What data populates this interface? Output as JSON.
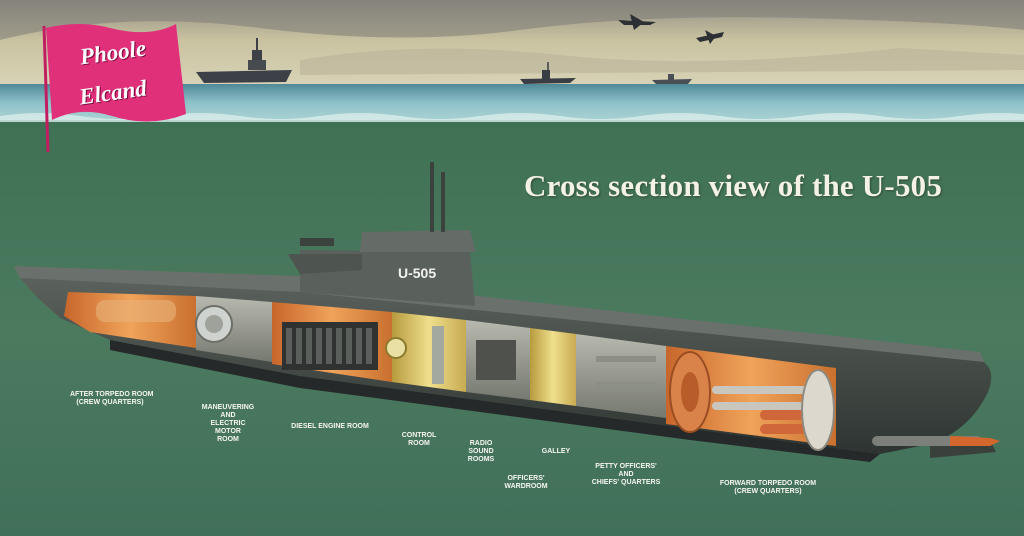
{
  "title": "Cross section view of the U-505",
  "hull_number": "U-505",
  "logo": {
    "line1": "Phoole",
    "line2": "Elcand",
    "color": "#e0307a"
  },
  "compartments": [
    {
      "id": "after-torpedo-room",
      "lines": [
        "After Torpedo Room",
        "(Crew Quarters)"
      ]
    },
    {
      "id": "maneuvering-room",
      "lines": [
        "Maneuvering",
        "and",
        "Electric",
        "Motor",
        "Room"
      ]
    },
    {
      "id": "diesel-engine-room",
      "lines": [
        "Diesel Engine Room"
      ]
    },
    {
      "id": "control-room",
      "lines": [
        "Control",
        "Room"
      ]
    },
    {
      "id": "radio-sound-rooms",
      "lines": [
        "Radio",
        "Sound",
        "Rooms"
      ]
    },
    {
      "id": "galley",
      "lines": [
        "Galley"
      ]
    },
    {
      "id": "officers-wardroom",
      "lines": [
        "Officers'",
        "Wardroom"
      ]
    },
    {
      "id": "petty-officers-quarters",
      "lines": [
        "Petty Officers'",
        "and",
        "Chiefs' Quarters"
      ]
    },
    {
      "id": "forward-torpedo-room",
      "lines": [
        "Forward Torpedo Room",
        "(Crew Quarters)"
      ]
    }
  ],
  "colors": {
    "sky": "#c9c2a0",
    "sea_surface": "#7fb6c4",
    "underwater": "#46765c",
    "hull": "#4e5450",
    "interior_warm": "#e28d45",
    "interior_yellow": "#e9d67a",
    "torpedo": "#d4672c"
  }
}
